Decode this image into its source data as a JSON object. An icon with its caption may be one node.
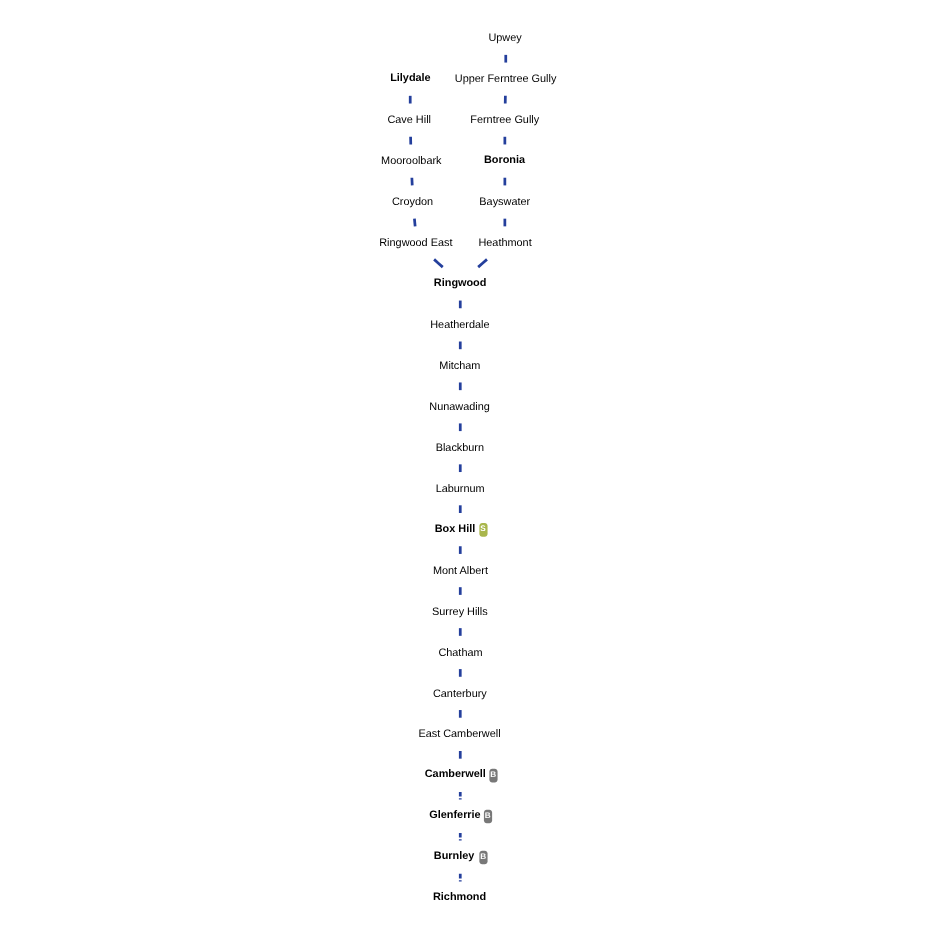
{
  "diagram": {
    "nodes": [
      {
        "text": [
          "Lilydale"
        ]
      },
      {
        "text": [
          "Cave Hill"
        ]
      },
      {
        "text": [
          "Mooroolbark"
        ]
      },
      {
        "text": [
          "Croydon"
        ]
      },
      {
        "text": [
          "Ringwood East"
        ]
      },
      {
        "text": [
          "Upwey"
        ]
      },
      {
        "text": [
          "Upper Ferntree Gully"
        ]
      },
      {
        "text": [
          "Ferntree Gully"
        ]
      },
      {
        "text": [
          "Boronia"
        ]
      },
      {
        "text": [
          "Bayswater"
        ]
      },
      {
        "text": [
          "Heathmont"
        ]
      },
      {
        "text": [
          "Ringwood"
        ]
      },
      {
        "text": [
          "Heatherdale"
        ]
      },
      {
        "text": [
          "Mitcham"
        ]
      },
      {
        "text": [
          "Nunawading"
        ]
      },
      {
        "text": [
          "Blackburn"
        ]
      },
      {
        "text": [
          "Laburnum"
        ]
      },
      {
        "text": [
          "Box Hill",
          "S"
        ]
      },
      {
        "text": [
          "Mont Albert"
        ]
      },
      {
        "text": [
          "Surrey Hills"
        ]
      },
      {
        "text": [
          "Chatham"
        ]
      },
      {
        "text": [
          "Canterbury"
        ]
      },
      {
        "text": [
          "East Camberwell"
        ]
      },
      {
        "text": [
          "Camberwell",
          "B"
        ]
      },
      {
        "text": [
          "Glenferrie",
          "B"
        ]
      },
      {
        "text": [
          "Burnley",
          "B"
        ]
      },
      {
        "text": [
          "Richmond"
        ]
      }
    ],
    "edges": [
      {
        "from": 0,
        "to": 1,
        "arrow": "none"
      },
      {
        "from": 1,
        "to": 2,
        "arrow": "none"
      },
      {
        "from": 2,
        "to": 3,
        "arrow": "none"
      },
      {
        "from": 3,
        "to": 4,
        "arrow": "none"
      },
      {
        "from": 4,
        "to": 11,
        "arrow": "none"
      },
      {
        "from": 5,
        "to": 6,
        "arrow": "none"
      },
      {
        "from": 6,
        "to": 7,
        "arrow": "none"
      },
      {
        "from": 7,
        "to": 8,
        "arrow": "none"
      },
      {
        "from": 8,
        "to": 9,
        "arrow": "none"
      },
      {
        "from": 9,
        "to": 10,
        "arrow": "none"
      },
      {
        "from": 10,
        "to": 11,
        "arrow": "none"
      },
      {
        "from": 11,
        "to": 12,
        "arrow": "none"
      },
      {
        "from": 12,
        "to": 13,
        "arrow": "none"
      },
      {
        "from": 13,
        "to": 14,
        "arrow": "none"
      },
      {
        "from": 14,
        "to": 15,
        "arrow": "none"
      },
      {
        "from": 15,
        "to": 16,
        "arrow": "none"
      },
      {
        "from": 16,
        "to": 17,
        "arrow": "none"
      },
      {
        "from": 17,
        "to": 18,
        "arrow": "none"
      },
      {
        "from": 18,
        "to": 19,
        "arrow": "none"
      },
      {
        "from": 19,
        "to": 20,
        "arrow": "none"
      },
      {
        "from": 20,
        "to": 21,
        "arrow": "none"
      },
      {
        "from": 21,
        "to": 22,
        "arrow": "none"
      },
      {
        "from": 22,
        "to": 23,
        "arrow": "none"
      },
      {
        "from": 23,
        "to": 24,
        "arrow": "none",
        "style": "dashed"
      },
      {
        "from": 24,
        "to": 25,
        "arrow": "none",
        "style": "dashed"
      },
      {
        "from": 25,
        "to": 26,
        "arrow": "none",
        "style": "dashed"
      }
    ]
  }
}
